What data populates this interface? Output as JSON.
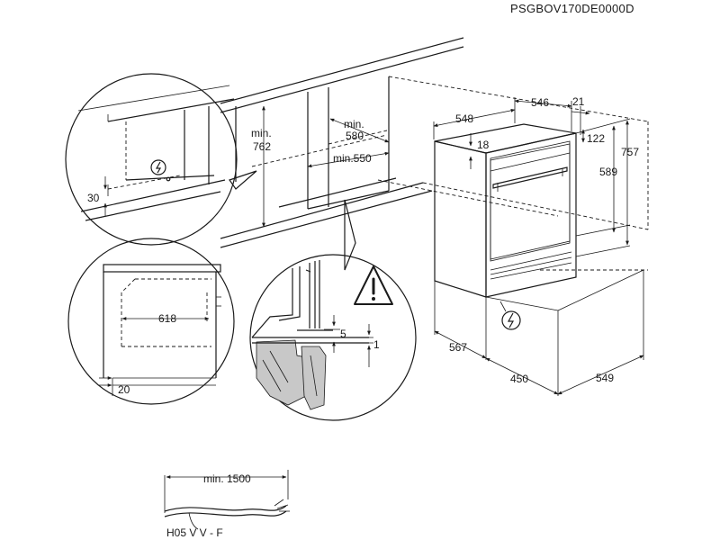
{
  "document_code": "PSGBOV170DE0000D",
  "dimensions": {
    "d546": "546",
    "d21": "21",
    "d548": "548",
    "d122": "122",
    "d18": "18",
    "d757": "757",
    "d589": "589",
    "d567": "567",
    "d450": "450",
    "d549": "549",
    "min762_a": "min.",
    "min762_b": "762",
    "min580_a": "min.",
    "min580_b": "580",
    "min550": "min.550",
    "d30": "30",
    "d618": "618",
    "d20": "20",
    "d5": "5",
    "d1": "1",
    "min1500": "min. 1500"
  },
  "cable_type": "H05 V V - F",
  "icons": {
    "electric": "electric-connection-icon",
    "warning": "warning-triangle-icon"
  },
  "colors": {
    "line": "#1a1a1a",
    "wood": "#c8c8c8",
    "background": "#ffffff"
  }
}
